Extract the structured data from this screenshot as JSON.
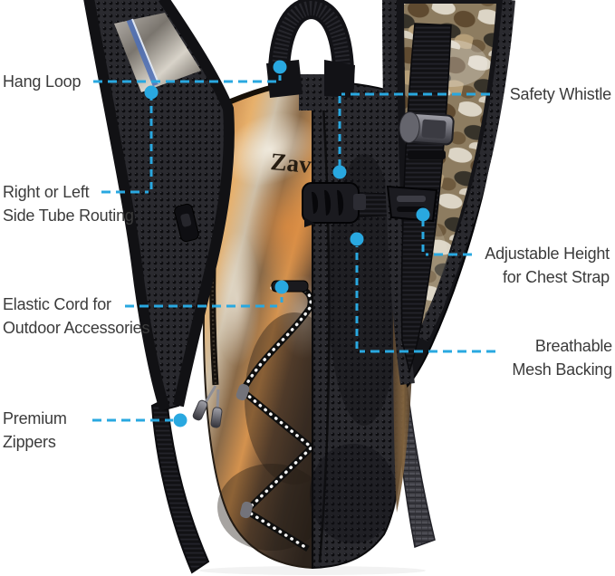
{
  "image": {
    "background_color": "#ffffff",
    "brand_text": "Zav"
  },
  "annotation_style": {
    "accent_color": "#29a8e0",
    "text_color": "#3b3b3b",
    "line_style": "dashed"
  },
  "callouts": {
    "hang_loop": {
      "lines": [
        "Hang Loop"
      ]
    },
    "tube_routing": {
      "lines": [
        "Right or Left",
        "Side Tube Routing"
      ]
    },
    "elastic_cord": {
      "lines": [
        "Elastic Cord for",
        "Outdoor Accessories"
      ]
    },
    "premium_zippers": {
      "lines": [
        "Premium",
        "Zippers"
      ]
    },
    "safety_whistle": {
      "lines": [
        "Safety Whistle"
      ]
    },
    "chest_strap": {
      "lines": [
        "Adjustable Height",
        "for Chest Strap"
      ]
    },
    "mesh_backing": {
      "lines": [
        "Breathable",
        "Mesh Backing"
      ]
    }
  }
}
